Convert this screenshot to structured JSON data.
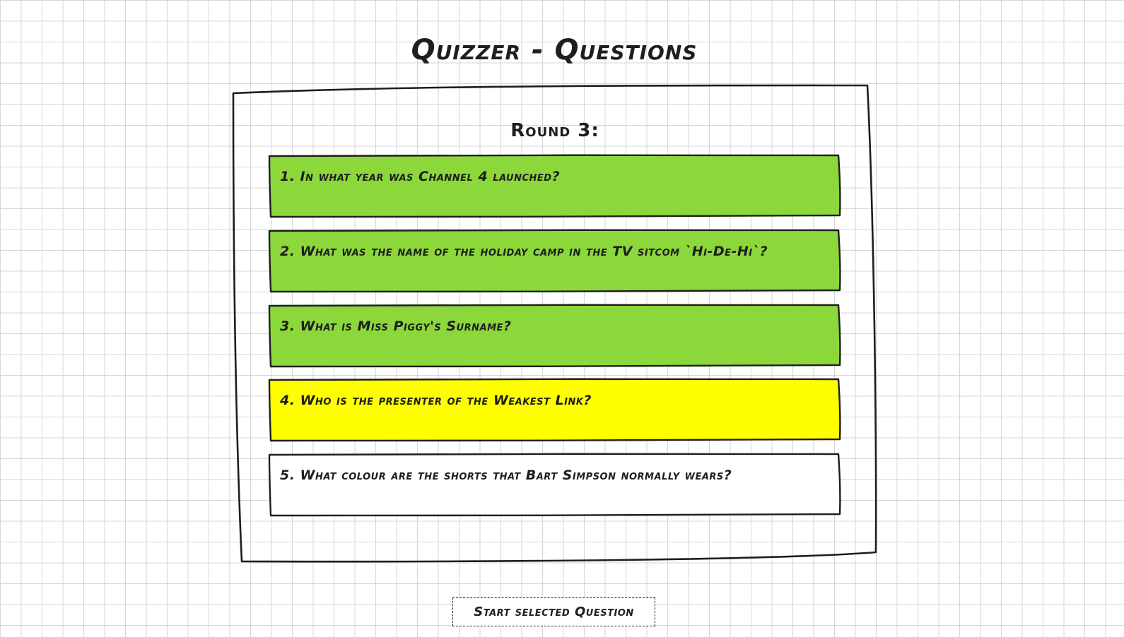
{
  "page": {
    "title": "Quizzer - Questions"
  },
  "round": {
    "title": "Round 3:"
  },
  "questions": [
    {
      "label": "1. In what year was Channel 4 launched?",
      "status": "answered",
      "color": "#8cd83a"
    },
    {
      "label": "2. What was the name of the holiday camp in the TV sitcom `Hi-De-Hi`?",
      "status": "answered",
      "color": "#8cd83a"
    },
    {
      "label": "3. What is Miss Piggy's Surname?",
      "status": "answered",
      "color": "#8cd83a"
    },
    {
      "label": "4. Who is the presenter of the Weakest Link?",
      "status": "selected",
      "color": "#ffff00"
    },
    {
      "label": "5. What colour are the shorts that Bart Simpson normally wears?",
      "status": "unanswered",
      "color": "#ffffff"
    }
  ],
  "actions": {
    "start_label": "Start selected Question"
  },
  "colors": {
    "answered": "#8cd83a",
    "selected": "#ffff00",
    "unanswered": "#ffffff",
    "ink": "#1e1e1e",
    "grid": "#d6d6d6"
  }
}
